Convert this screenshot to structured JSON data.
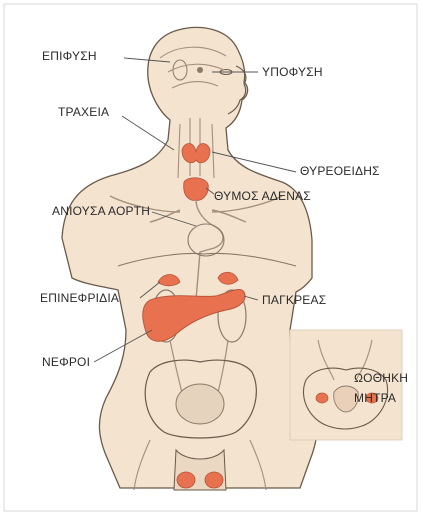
{
  "labels": {
    "epifysi": "ΕΠΙΦΥΣΗ",
    "ypofysi": "ΥΠΟΦΥΣΗ",
    "tracheia": "ΤΡΑΧΕΙΑ",
    "thyreoeidis": "ΘΥΡΕΟΕΙΔΗΣ",
    "thymos": "ΘΥΜΟΣ ΑΔΕΝΑΣ",
    "aorti": "ΑΝΙΟΥΣΑ ΑΟΡΤΗ",
    "epineofridia": "ΕΠΙΝΕΦΡΙΔΙΑ",
    "pagkreas": "ΠΑΓΚΡΕΑΣ",
    "nefroi": "ΝΕΦΡΟΙ",
    "oothiki": "ΩΟΘΗΚΗ",
    "mitra": "ΜΗΤΡΑ"
  },
  "colors": {
    "skin": "#f3e3cf",
    "outline": "#6a5a4a",
    "organ": "#e8724f",
    "vessel": "#a48f7c",
    "leader": "#555555"
  },
  "icons": {
    "male-figure": "human-torso-illustration",
    "female-inset": "female-pelvis-illustration"
  }
}
